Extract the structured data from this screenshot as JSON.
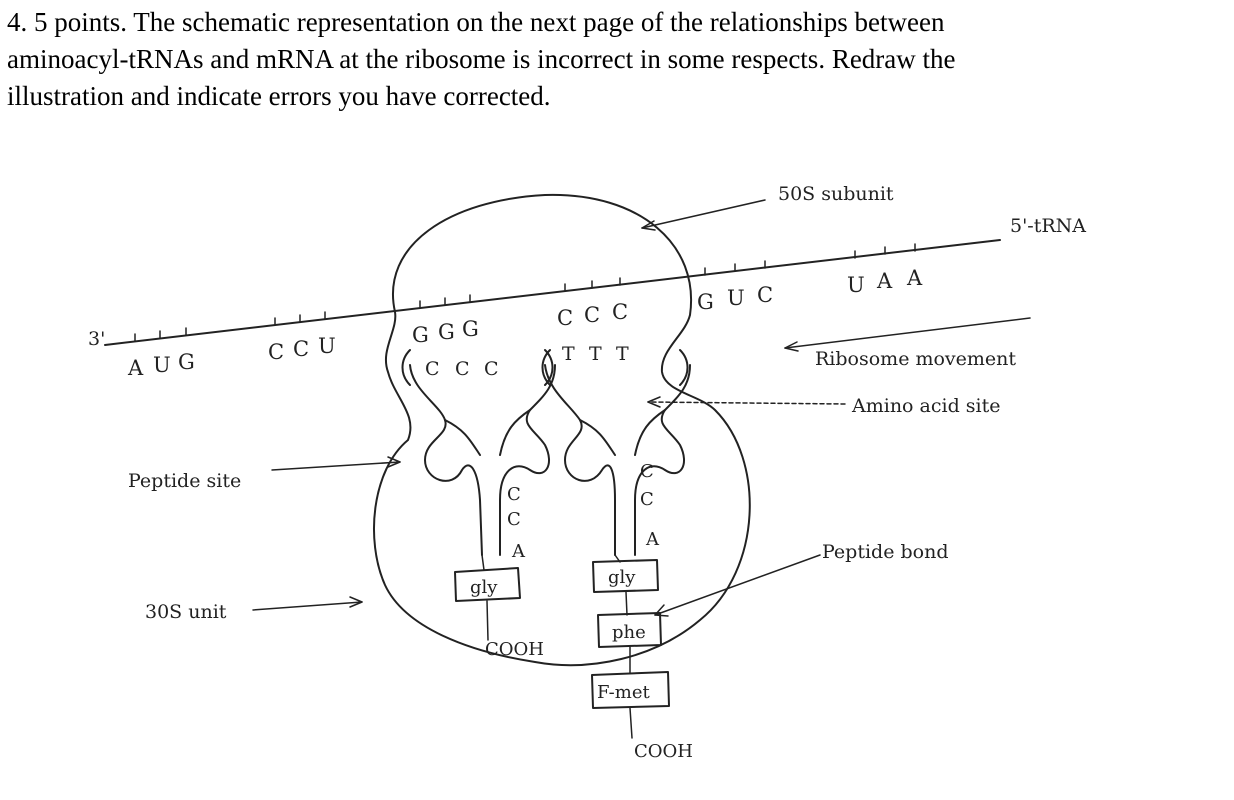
{
  "question": {
    "line1": "4. 5 points.  The schematic representation on the next page of the relationships between",
    "line2": "aminoacyl-tRNAs and mRNA at the ribosome is incorrect in some respects.  Redraw the",
    "line3": "illustration and indicate errors you have corrected."
  },
  "diagram": {
    "labels": {
      "subunit_50s": "50S subunit",
      "trna_5": "5'-tRNA",
      "end_3": "3'",
      "ribosome_movement": "Ribosome movement",
      "amino_acid_site": "Amino acid site",
      "peptide_site": "Peptide site",
      "peptide_bond": "Peptide bond",
      "unit_30s": "30S unit"
    },
    "mrna_codons": [
      {
        "bases": [
          "A",
          "U",
          "G"
        ]
      },
      {
        "bases": [
          "C",
          "C",
          "U"
        ]
      },
      {
        "bases": [
          "G",
          "G",
          "G"
        ]
      },
      {
        "bases": [
          "C",
          "C",
          "C"
        ]
      },
      {
        "bases": [
          "G",
          "U",
          "C"
        ]
      },
      {
        "bases": [
          "U",
          "A",
          "A"
        ]
      }
    ],
    "anticodons": [
      {
        "bases": [
          "C",
          "C",
          "C"
        ]
      },
      {
        "bases": [
          "T",
          "T",
          "T"
        ]
      }
    ],
    "cca_left": [
      "C",
      "C",
      "A"
    ],
    "cca_right": [
      "C",
      "C",
      "A"
    ],
    "boxes": {
      "gly_left": "gly",
      "cooh_left": "COOH",
      "gly_right": "gly",
      "phe": "phe",
      "fmet": "F-met",
      "cooh_bottom": "COOH"
    }
  }
}
